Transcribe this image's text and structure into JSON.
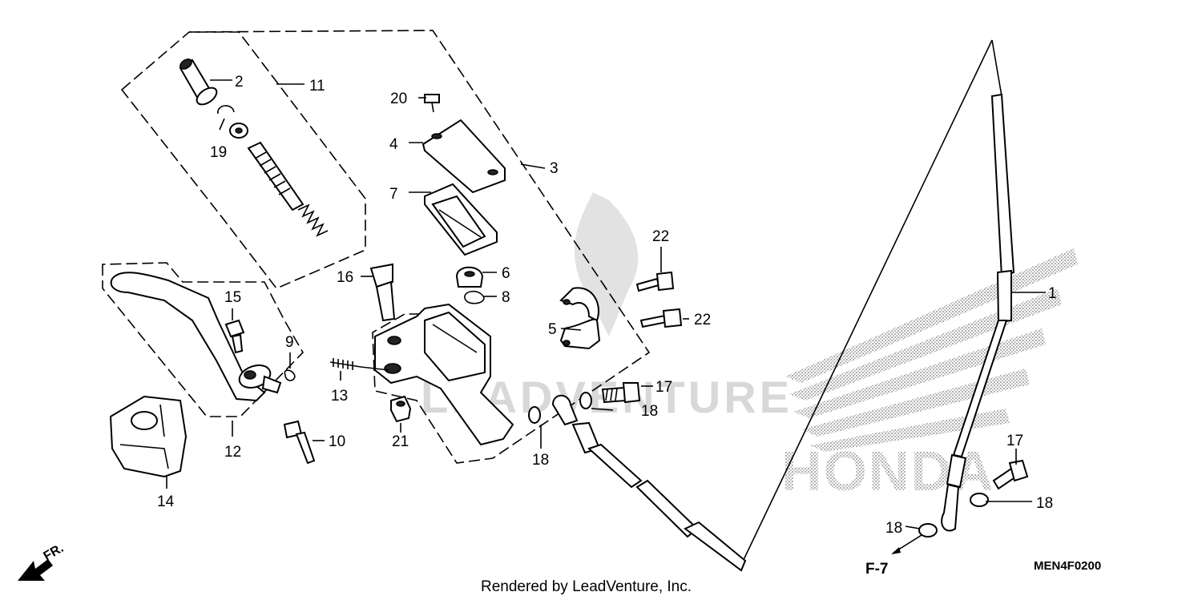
{
  "diagram": {
    "footer_text": "Rendered by LeadVenture, Inc.",
    "diagram_code": "MEN4F0200",
    "ref_label": "F-7",
    "direction_label": "FR.",
    "watermark_text": "LEADVENTURE",
    "brand_text": "HONDA",
    "callouts": [
      "1",
      "2",
      "3",
      "4",
      "5",
      "6",
      "7",
      "8",
      "9",
      "10",
      "11",
      "12",
      "13",
      "14",
      "15",
      "16",
      "17",
      "17",
      "18",
      "18",
      "18",
      "18",
      "19",
      "20",
      "21",
      "22",
      "22"
    ]
  }
}
